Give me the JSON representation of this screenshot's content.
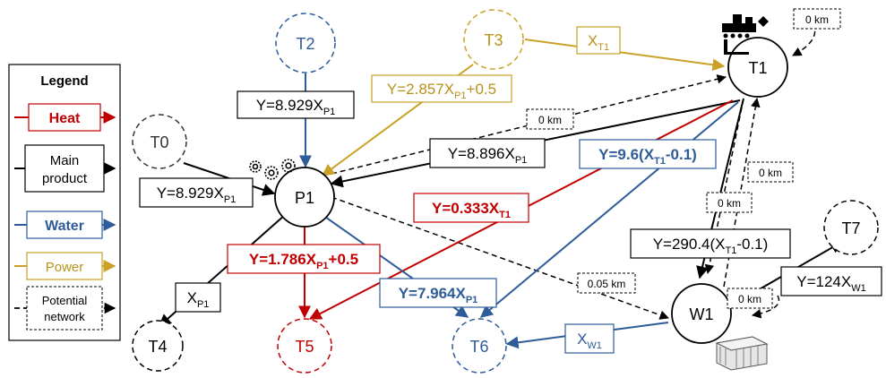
{
  "legend": {
    "title": "Legend",
    "items": [
      {
        "label": "Heat",
        "color": "#c00000",
        "style": "solid",
        "bold": true
      },
      {
        "label": "Main product",
        "color": "#000000",
        "style": "solid",
        "bold": false
      },
      {
        "label": "Water",
        "color": "#2e5c99",
        "style": "solid",
        "bold": true
      },
      {
        "label": "Power",
        "color": "#c9a227",
        "style": "solid",
        "bold": false
      },
      {
        "label": "Potential network",
        "color": "#000000",
        "style": "dashed",
        "bold": false
      }
    ]
  },
  "nodes": [
    {
      "id": "T0",
      "label": "T0",
      "color": "#333333",
      "kind": "dashed"
    },
    {
      "id": "T2",
      "label": "T2",
      "color": "#2e5c99",
      "kind": "dashed"
    },
    {
      "id": "T3",
      "label": "T3",
      "color": "#c9a227",
      "kind": "dashed"
    },
    {
      "id": "T1",
      "label": "T1",
      "color": "#000000",
      "kind": "solid"
    },
    {
      "id": "P1",
      "label": "P1",
      "color": "#000000",
      "kind": "solid"
    },
    {
      "id": "W1",
      "label": "W1",
      "color": "#000000",
      "kind": "solid"
    },
    {
      "id": "T4",
      "label": "T4",
      "color": "#000000",
      "kind": "dashed"
    },
    {
      "id": "T5",
      "label": "T5",
      "color": "#c00000",
      "kind": "dashed"
    },
    {
      "id": "T6",
      "label": "T6",
      "color": "#2e5c99",
      "kind": "dashed"
    },
    {
      "id": "T7",
      "label": "T7",
      "color": "#000000",
      "kind": "dashed"
    }
  ],
  "relations": {
    "t2_p1": {
      "base": "Y=8.929X",
      "sub": "P1",
      "tail": ""
    },
    "t3_p1": {
      "base": "Y=2.857X",
      "sub": "P1",
      "tail": "+0.5"
    },
    "t3_t1": {
      "base": "X",
      "sub": "T1",
      "tail": ""
    },
    "t0_p1": {
      "base": "Y=8.929X",
      "sub": "P1",
      "tail": ""
    },
    "t1_p1": {
      "base": "Y=8.896X",
      "sub": "P1",
      "tail": ""
    },
    "t1_t6": {
      "base": "Y=9.6(X",
      "sub": "T1",
      "tail": "-0.1)"
    },
    "t1_t5": {
      "base": "Y=0.333X",
      "sub": "T1",
      "tail": ""
    },
    "p1_t5": {
      "base": "Y=1.786X",
      "sub": "P1",
      "tail": "+0.5"
    },
    "p1_t4": {
      "base": "X",
      "sub": "P1",
      "tail": ""
    },
    "p1_t6": {
      "base": "Y=7.964X",
      "sub": "P1",
      "tail": ""
    },
    "t1_w1": {
      "base": "Y=290.4(X",
      "sub": "T1",
      "tail": "-0.1)"
    },
    "w1_t7": {
      "base": "Y=124X",
      "sub": "W1",
      "tail": ""
    },
    "w1_t6": {
      "base": "X",
      "sub": "W1",
      "tail": ""
    }
  },
  "distances": {
    "t1_self": "0 km",
    "t1_p1": "0 km",
    "t1_w1_a": "0 km",
    "t1_w1_b": "0 km",
    "p1_w1": "0.05 km",
    "w1_self": "0 km"
  },
  "icons": [
    "gears-icon",
    "conveyor-icon",
    "tank-icon"
  ]
}
